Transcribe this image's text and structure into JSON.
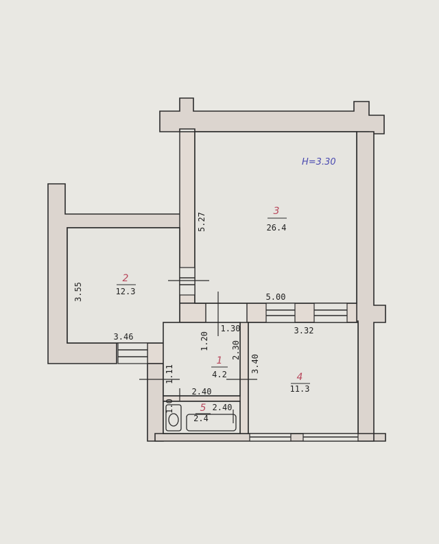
{
  "ceiling_height": "H=3.30",
  "rooms": [
    {
      "number": "2",
      "area": "12.3"
    },
    {
      "number": "3",
      "area": "26.4"
    },
    {
      "number": "1",
      "area": "4.2"
    },
    {
      "number": "4",
      "area": "11.3"
    },
    {
      "number": "5",
      "area": "2.4"
    }
  ],
  "dimensions": {
    "d_3_55": "3.55",
    "d_3_46": "3.46",
    "d_5_27": "5.27",
    "d_5_00": "5.00",
    "d_1_30": "1.30",
    "d_1_20": "1.20",
    "d_2_30": "2.30",
    "d_3_40": "3.40",
    "d_3_32": "3.32",
    "d_1_11": "1.11",
    "d_2_40_a": "2.40",
    "d_2_40_b": "2.40",
    "d_1_0": "1.0"
  },
  "colors": {
    "wall_fill": "#dcd5cf",
    "line": "#2b2b2b",
    "room_number": "#b8465b",
    "height_note": "#4a4ab0",
    "paper": "#e9e8e3"
  }
}
